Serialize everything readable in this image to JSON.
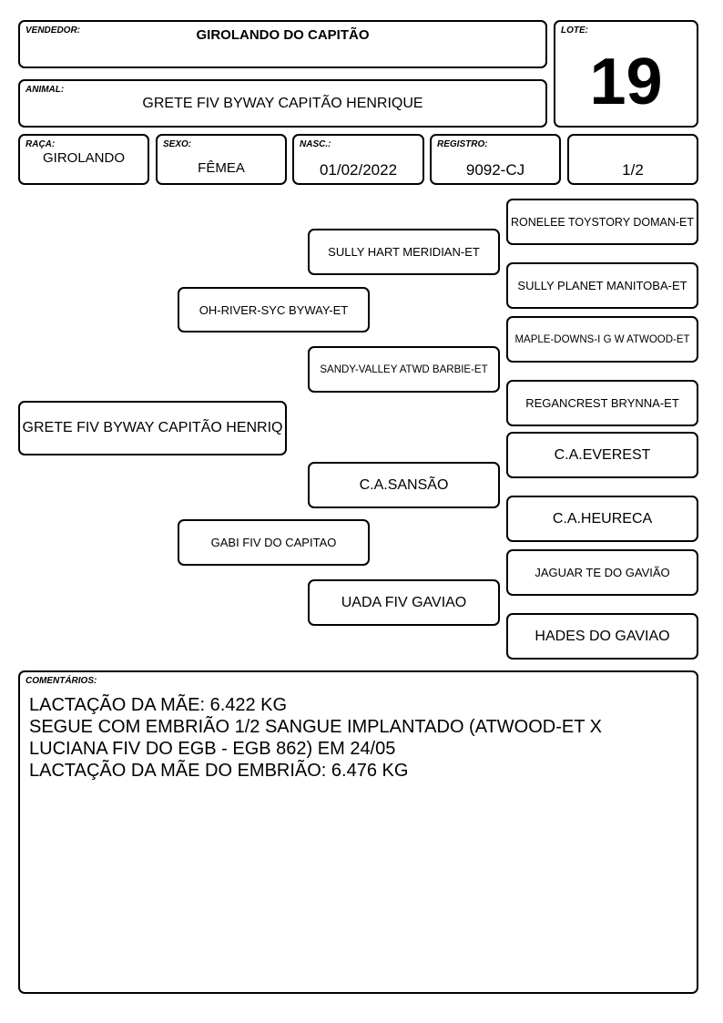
{
  "header": {
    "vendedor_label": "VENDEDOR:",
    "vendedor": "GIROLANDO DO CAPITÃO",
    "animal_label": "ANIMAL:",
    "animal": "GRETE FIV BYWAY CAPITÃO HENRIQUE",
    "lote_label": "LOTE:",
    "lote": "19"
  },
  "info": {
    "raca_label": "RAÇA:",
    "raca": "GIROLANDO",
    "sexo_label": "SEXO:",
    "sexo": "FÊMEA",
    "nasc_label": "NASC.:",
    "nasc": "01/02/2022",
    "registro_label": "REGISTRO:",
    "registro": "9092-CJ",
    "grau": "1/2"
  },
  "pedigree": {
    "animal": "GRETE FIV BYWAY CAPITÃO HENRIQ",
    "sire": "OH-RIVER-SYC BYWAY-ET",
    "dam": "GABI FIV DO CAPITAO",
    "sire_sire": "SULLY HART MERIDIAN-ET",
    "sire_dam": "SANDY-VALLEY ATWD BARBIE-ET",
    "dam_sire": "C.A.SANSÃO",
    "dam_dam": "UADA FIV GAVIAO",
    "ss_sire": "RONELEE TOYSTORY DOMAN-ET",
    "ss_dam": "SULLY PLANET MANITOBA-ET",
    "sd_sire": "MAPLE-DOWNS-I G W ATWOOD-ET",
    "sd_dam": "REGANCREST BRYNNA-ET",
    "ds_sire": "C.A.EVEREST",
    "ds_dam": "C.A.HEURECA",
    "dd_sire": "JAGUAR TE DO GAVIÃO",
    "dd_dam": "HADES DO GAVIAO"
  },
  "comments": {
    "label": "COMENTÁRIOS:",
    "text": "LACTAÇÃO DA MÃE: 6.422 KG\nSEGUE COM EMBRIÃO 1/2 SANGUE IMPLANTADO (ATWOOD-ET X\nLUCIANA FIV DO EGB - EGB 862) EM 24/05\nLACTAÇÃO DA MÃE DO EMBRIÃO: 6.476 KG"
  }
}
